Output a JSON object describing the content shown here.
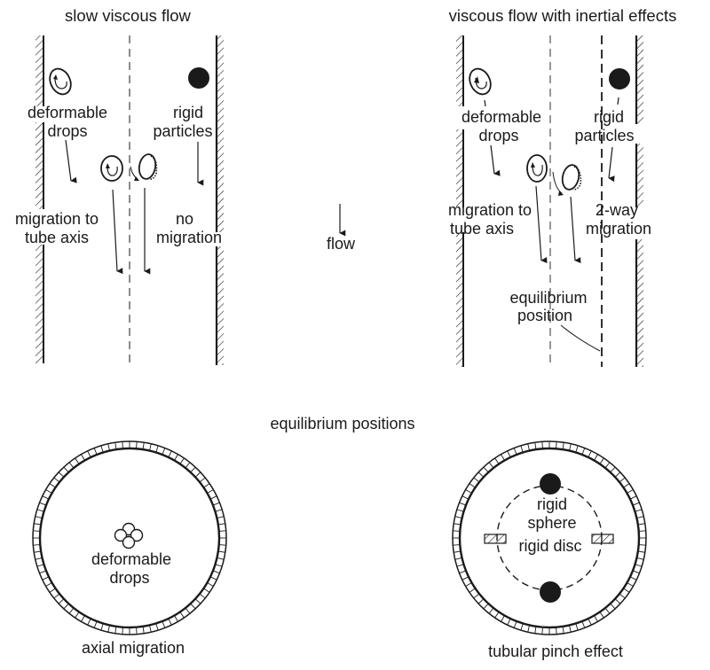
{
  "diagram": {
    "panels": {
      "slow": {
        "title": "slow viscous flow",
        "drops_label_1": "deformable",
        "drops_label_2": "drops",
        "particles_label_1": "rigid",
        "particles_label_2": "particles",
        "drops_migration_1": "migration to",
        "drops_migration_2": "tube axis",
        "particles_migration_1": "no",
        "particles_migration_2": "migration"
      },
      "inertial": {
        "title": "viscous flow with inertial effects",
        "drops_label_1": "deformable",
        "drops_label_2": "drops",
        "particles_label_1": "rigid",
        "particles_label_2": "particles",
        "drops_migration_1": "migration to",
        "drops_migration_2": "tube axis",
        "particles_migration_1": "2-way",
        "particles_migration_2": "migration",
        "equilibrium_1": "equilibrium",
        "equilibrium_2": "position"
      }
    },
    "flow_label": "flow",
    "section_title": "equilibrium positions",
    "cross_sections": {
      "axial": {
        "inner_label_1": "deformable",
        "inner_label_2": "drops",
        "caption": "axial migration"
      },
      "pinch": {
        "sphere_label_1": "rigid",
        "sphere_label_2": "sphere",
        "disc_label": "rigid disc",
        "caption": "tubular pinch effect"
      }
    },
    "colors": {
      "ink": "#1a1a1a",
      "background": "#ffffff"
    }
  }
}
